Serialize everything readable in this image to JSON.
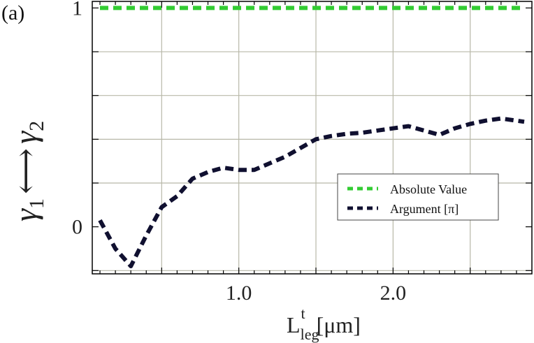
{
  "panel_label": "(a)",
  "chart_data": {
    "type": "line",
    "xlabel": {
      "main": "L",
      "sub": "leg",
      "sup": "t",
      "unit": "[μm]"
    },
    "ylabel": {
      "left": "γ",
      "left_sub": "1",
      "right": "γ",
      "right_sub": "2",
      "arrow": "⟷"
    },
    "xlim": [
      0.05,
      2.9
    ],
    "ylim": [
      -0.215,
      1.03
    ],
    "x_grid": [
      0.5,
      1.0,
      1.5,
      2.0,
      2.5
    ],
    "y_grid": [
      0.2,
      0.4,
      0.6,
      0.8,
      -0.2
    ],
    "x_tick_labels": [
      {
        "value": 1.0,
        "text": "1.0"
      },
      {
        "value": 2.0,
        "text": "2.0"
      }
    ],
    "y_tick_labels": [
      {
        "value": 1,
        "text": "1"
      },
      {
        "value": 0,
        "text": "0"
      }
    ],
    "grid": true,
    "legend_position": "bottom-right",
    "series": [
      {
        "name": "Absolute Value",
        "color": "#33cc33",
        "x": [
          0.1,
          2.85
        ],
        "y": [
          1.0,
          1.0
        ]
      },
      {
        "name": "Argument [π]",
        "color": "#101030",
        "x": [
          0.1,
          0.2,
          0.3,
          0.4,
          0.5,
          0.6,
          0.7,
          0.8,
          0.9,
          1.0,
          1.1,
          1.2,
          1.3,
          1.4,
          1.5,
          1.6,
          1.7,
          1.8,
          1.9,
          2.0,
          2.1,
          2.2,
          2.3,
          2.4,
          2.5,
          2.6,
          2.7,
          2.8,
          2.85
        ],
        "y": [
          0.03,
          -0.1,
          -0.18,
          -0.04,
          0.09,
          0.14,
          0.22,
          0.25,
          0.27,
          0.26,
          0.26,
          0.29,
          0.32,
          0.36,
          0.4,
          0.415,
          0.425,
          0.43,
          0.44,
          0.45,
          0.46,
          0.44,
          0.42,
          0.45,
          0.47,
          0.485,
          0.495,
          0.485,
          0.48
        ]
      }
    ]
  }
}
